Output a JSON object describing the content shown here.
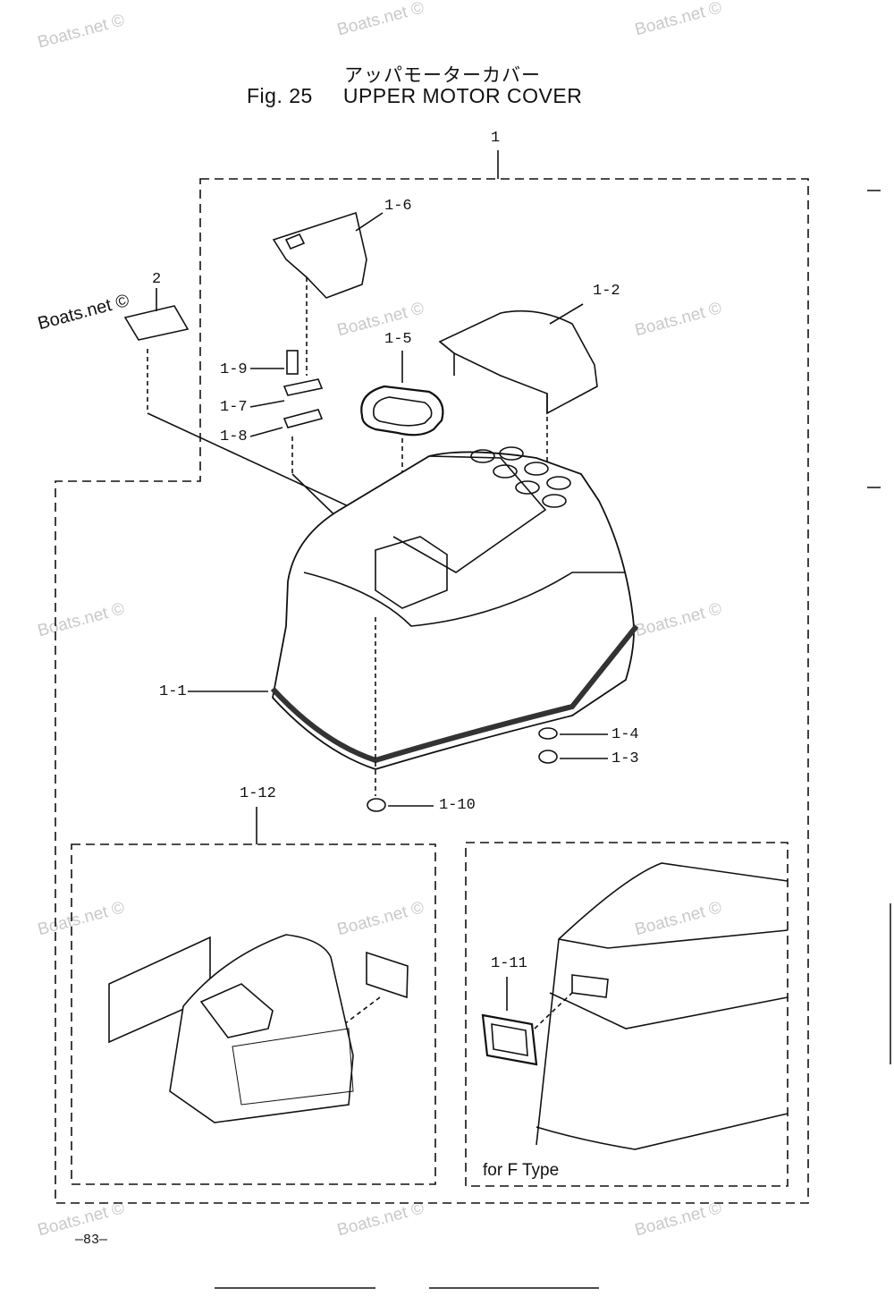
{
  "header": {
    "title_jp": "アッパモーターカバー",
    "fig_label": "Fig. 25",
    "title_en": "UPPER MOTOR COVER"
  },
  "watermark": {
    "text": "Boats.net ©",
    "color": "#c9c9c9"
  },
  "callouts": {
    "c1": "1",
    "c2": "2",
    "c1_1": "1-1",
    "c1_2": "1-2",
    "c1_3": "1-3",
    "c1_4": "1-4",
    "c1_5": "1-5",
    "c1_6": "1-6",
    "c1_7": "1-7",
    "c1_8": "1-8",
    "c1_9": "1-9",
    "c1_10": "1-10",
    "c1_11": "1-11",
    "c1_12": "1-12"
  },
  "inset": {
    "ftype_label": "for F Type"
  },
  "footer": {
    "page_number": "—83—"
  }
}
